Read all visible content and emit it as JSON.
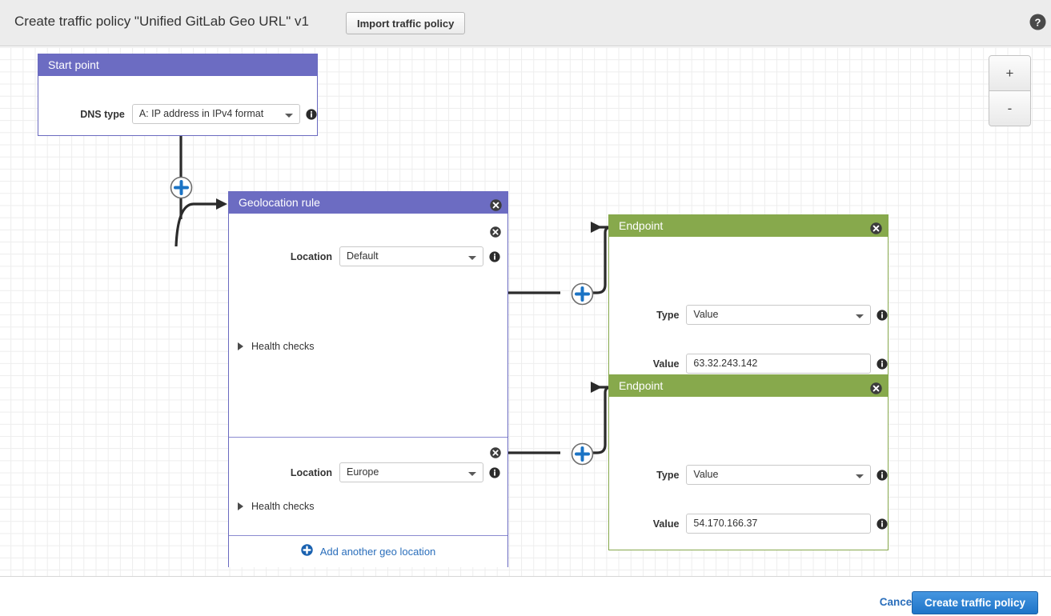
{
  "header": {
    "title": "Create traffic policy \"Unified GitLab Geo URL\" v1",
    "import_button": "Import traffic policy",
    "help_icon": "help-circle-icon"
  },
  "canvas": {
    "zoom_in": "+",
    "zoom_out": "-",
    "accent_purple": "#6c6cc2",
    "accent_green": "#87a94c",
    "link_blue": "#2a6ebb"
  },
  "start_point": {
    "title": "Start point",
    "dns_type_label": "DNS type",
    "dns_type_value": "A: IP address in IPv4 format",
    "info_icon": "info-icon"
  },
  "geolocation_rule": {
    "title": "Geolocation rule",
    "close_icon": "close-circle-icon",
    "add_another": "Add another geo location",
    "add_icon": "plus-circle-icon",
    "locations": [
      {
        "location_label": "Location",
        "location_value": "Default",
        "health_checks_label": "Health checks",
        "close_icon": "close-circle-icon",
        "info_icon": "info-icon"
      },
      {
        "location_label": "Location",
        "location_value": "Europe",
        "health_checks_label": "Health checks",
        "close_icon": "close-circle-icon",
        "info_icon": "info-icon"
      }
    ]
  },
  "endpoints": [
    {
      "title": "Endpoint",
      "type_label": "Type",
      "type_value": "Value",
      "value_label": "Value",
      "value_value": "63.32.243.142",
      "close_icon": "close-circle-icon"
    },
    {
      "title": "Endpoint",
      "type_label": "Type",
      "type_value": "Value",
      "value_label": "Value",
      "value_value": "54.170.166.37",
      "close_icon": "close-circle-icon"
    }
  ],
  "footer": {
    "cancel": "Cancel",
    "create": "Create traffic policy"
  }
}
